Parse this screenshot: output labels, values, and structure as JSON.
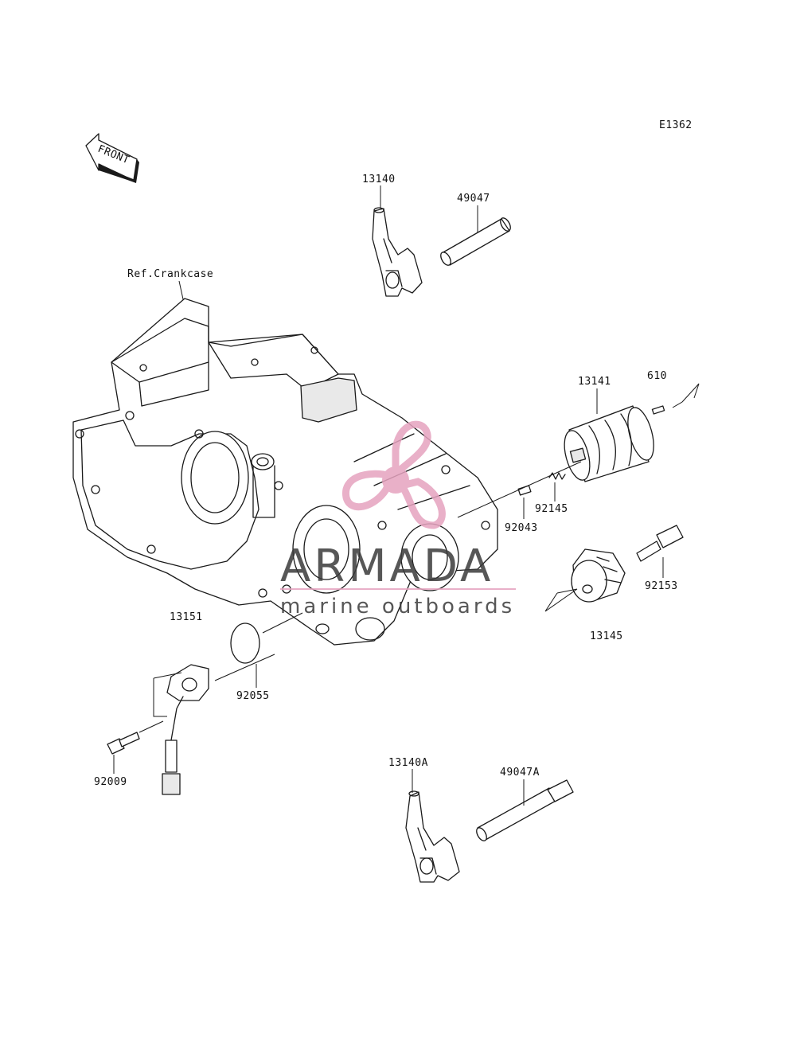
{
  "diagram": {
    "code": "E1362",
    "direction_label": "FRONT",
    "reference_label": "Ref.Crankcase",
    "parts": [
      {
        "id": "13140"
      },
      {
        "id": "49047"
      },
      {
        "id": "13141"
      },
      {
        "id": "610"
      },
      {
        "id": "92145"
      },
      {
        "id": "92043"
      },
      {
        "id": "92153"
      },
      {
        "id": "13145"
      },
      {
        "id": "13151"
      },
      {
        "id": "92055"
      },
      {
        "id": "92009"
      },
      {
        "id": "13140A"
      },
      {
        "id": "49047A"
      }
    ]
  },
  "watermark": {
    "brand": "ARMADA",
    "tagline": "marine outboards",
    "color": "#e6a3bf"
  }
}
